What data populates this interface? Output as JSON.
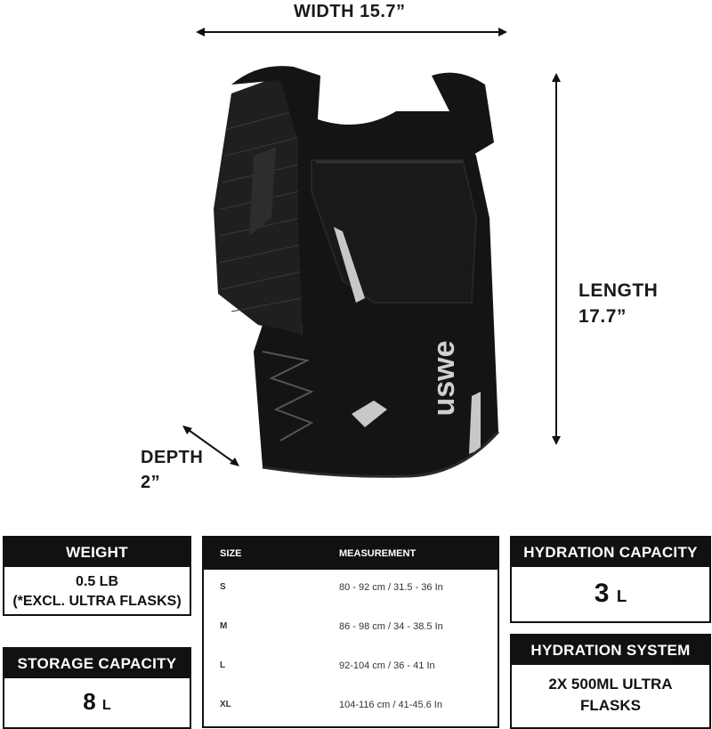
{
  "dimensions": {
    "width": "WIDTH 15.7”",
    "length_line1": "LENGTH",
    "length_line2": "17.7”",
    "depth_line1": "DEPTH",
    "depth_line2": "2”"
  },
  "product": {
    "logo_text": "uswe"
  },
  "weight": {
    "title": "WEIGHT",
    "line1": "0.5 LB",
    "line2": "(*EXCL. ULTRA FLASKS)"
  },
  "storage": {
    "title": "STORAGE CAPACITY",
    "value": "8",
    "unit": "L"
  },
  "hydration_capacity": {
    "title": "HYDRATION CAPACITY",
    "value": "3",
    "unit": "L"
  },
  "hydration_system": {
    "title": "HYDRATION SYSTEM",
    "line1": "2X 500ML ULTRA",
    "line2": "FLASKS"
  },
  "size_table": {
    "header_size": "SIZE",
    "header_measurement": "MEASUREMENT",
    "rows": [
      {
        "size": "S",
        "measurement": "80 - 92 cm / 31.5 - 36 In"
      },
      {
        "size": "M",
        "measurement": "86 - 98 cm / 34 - 38.5 In"
      },
      {
        "size": "L",
        "measurement": "92-104 cm / 36 - 41 In"
      },
      {
        "size": "XL",
        "measurement": "104-116 cm / 41-45.6 In"
      }
    ]
  },
  "colors": {
    "vest": "#141414",
    "reflective": "#c8c8c8",
    "accent": "#111111"
  }
}
